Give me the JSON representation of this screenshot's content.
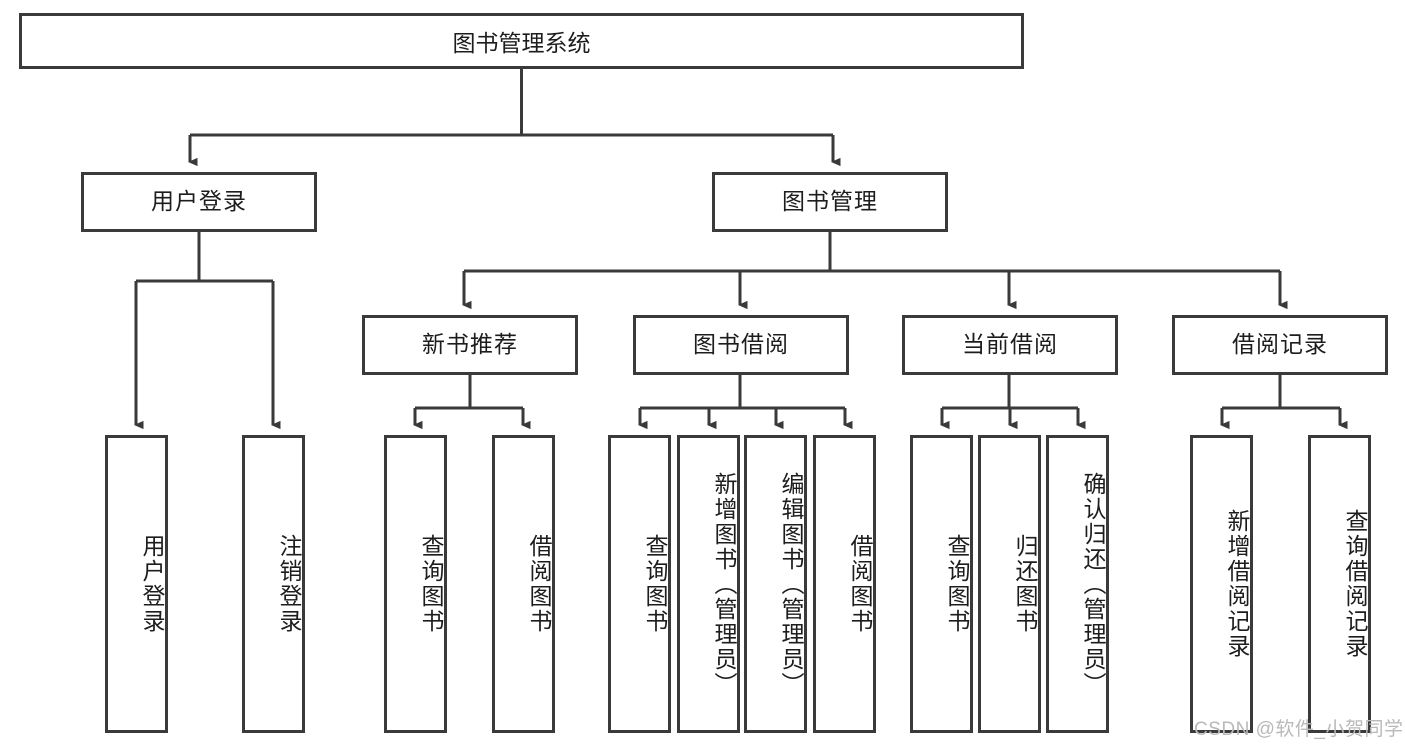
{
  "diagram": {
    "title": "图书管理系统",
    "type": "hierarchy-tree",
    "colors": {
      "box_border": "#3a3a3a",
      "box_fill": "#ffffff",
      "connector": "#3a3a3a",
      "text": "#1d1d1d",
      "watermark": "#b9b9b9",
      "background": "#ffffff"
    },
    "root": {
      "label": "图书管理系统"
    },
    "level2": [
      {
        "label": "用户登录"
      },
      {
        "label": "图书管理"
      }
    ],
    "level3": [
      {
        "label": "新书推荐"
      },
      {
        "label": "图书借阅"
      },
      {
        "label": "当前借阅"
      },
      {
        "label": "借阅记录"
      }
    ],
    "leaves": {
      "user_login": [
        {
          "label": "用户登录"
        },
        {
          "label": "注销登录"
        }
      ],
      "new_book_recommend": [
        {
          "label": "查询图书"
        },
        {
          "label": "借阅图书"
        }
      ],
      "book_borrow": [
        {
          "label": "查询图书"
        },
        {
          "label": "新增图书（管理员）"
        },
        {
          "label": "编辑图书（管理员）"
        },
        {
          "label": "借阅图书"
        }
      ],
      "current_borrow": [
        {
          "label": "查询图书"
        },
        {
          "label": "归还图书"
        },
        {
          "label": "确认归还（管理员）"
        }
      ],
      "borrow_record": [
        {
          "label": "新增借阅记录"
        },
        {
          "label": "查询借阅记录"
        }
      ]
    }
  },
  "watermark": {
    "text": "CSDN @软件_小贺同学"
  }
}
